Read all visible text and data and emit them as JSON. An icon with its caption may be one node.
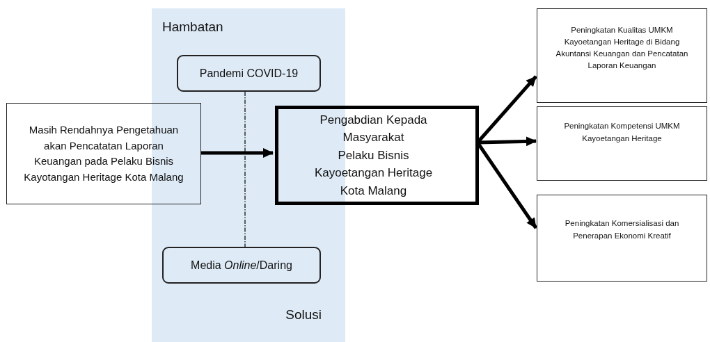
{
  "diagram": {
    "nodes": [
      {
        "text": [
          "Hambatan",
          "Solusi"
        ]
      },
      {
        "text": [
          "Pandemi COVID-19"
        ],
        "in": 0
      },
      {
        "text": [
          "Masih Rendahnya Pengetahuan akan Pencatatan Laporan Keuangan pada Pelaku Bisnis Kayotangan Heritage Kota Malang"
        ]
      },
      {
        "text": [
          "Pengabdian Kepada Masyarakat",
          "Pelaku Bisnis Kayoetangan Heritage Kota Malang"
        ]
      },
      {
        "text": [
          "Media *Online*/Daring"
        ],
        "in": 0
      },
      {
        "text": [
          "Peningkatan Kualitas UMKM Kayoetangan Heritage di Bidang Akuntansi Keuangan dan Pencatatan Laporan Keuangan"
        ]
      },
      {
        "text": [
          "Peningkatan Kompetensi UMKM Kayoetangan Heritage"
        ]
      },
      {
        "text": [
          "Peningkatan Komersialisasi dan Penerapan Ekonomi Kreatif"
        ]
      }
    ],
    "edges": [
      {
        "from": 1,
        "to": 4,
        "arrow": "none",
        "style": "dashed"
      },
      {
        "from": 2,
        "to": 3,
        "arrow": "to"
      },
      {
        "from": 3,
        "to": 5,
        "arrow": "to"
      },
      {
        "from": 3,
        "to": 6,
        "arrow": "to"
      },
      {
        "from": 3,
        "to": 7,
        "arrow": "to"
      }
    ]
  }
}
